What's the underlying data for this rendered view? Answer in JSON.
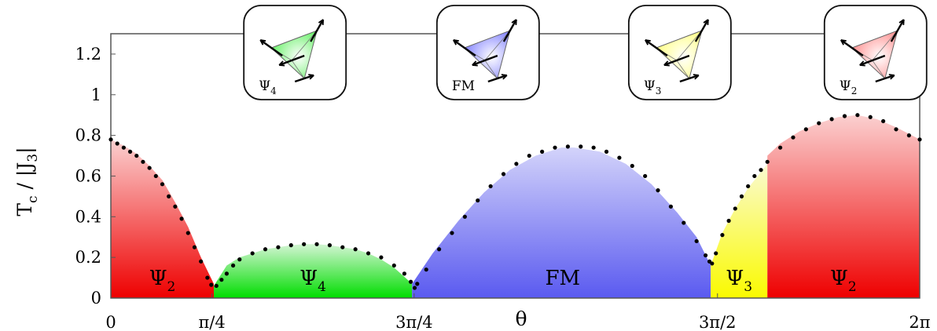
{
  "chart_data": {
    "type": "area",
    "xlabel": "θ",
    "ylabel": "T",
    "ylabel_sub": "c",
    "ylabel_tail": " / |J",
    "ylabel_sub2": "3",
    "ylabel_end": "|",
    "xlim": [
      0,
      6.2832
    ],
    "ylim": [
      0,
      1.3
    ],
    "x_ticks": [
      {
        "value": 0,
        "label": "0"
      },
      {
        "value": 0.7854,
        "label": "π/4"
      },
      {
        "value": 2.3562,
        "label": "3π/4"
      },
      {
        "value": 4.7124,
        "label": "3π/2"
      },
      {
        "value": 6.2832,
        "label": "2π"
      }
    ],
    "y_ticks": [
      {
        "value": 0,
        "label": "0"
      },
      {
        "value": 0.2,
        "label": "0.2"
      },
      {
        "value": 0.4,
        "label": "0.4"
      },
      {
        "value": 0.6,
        "label": "0.6"
      },
      {
        "value": 0.8,
        "label": "0.8"
      },
      {
        "value": 1.0,
        "label": "1"
      },
      {
        "value": 1.2,
        "label": "1.2"
      }
    ],
    "regions": [
      {
        "name": "Ψ",
        "sub": "2",
        "color_top": "#fbd0d0",
        "color_bottom": "#ee0000",
        "x0": 0,
        "x1": 0.8,
        "label_x": 0.4,
        "label_y": 0.1,
        "boundary": [
          [
            0,
            0.78
          ],
          [
            0.1,
            0.75
          ],
          [
            0.2,
            0.71
          ],
          [
            0.3,
            0.65
          ],
          [
            0.4,
            0.58
          ],
          [
            0.5,
            0.47
          ],
          [
            0.6,
            0.35
          ],
          [
            0.7,
            0.2
          ],
          [
            0.8,
            0.07
          ]
        ]
      },
      {
        "name": "Ψ",
        "sub": "4",
        "color_top": "#d3f5d3",
        "color_bottom": "#00dd00",
        "x0": 0.8,
        "x1": 2.34,
        "label_x": 1.57,
        "label_y": 0.1,
        "boundary": [
          [
            0.8,
            0.06
          ],
          [
            0.9,
            0.16
          ],
          [
            1.0,
            0.2
          ],
          [
            1.1,
            0.22
          ],
          [
            1.2,
            0.24
          ],
          [
            1.3,
            0.25
          ],
          [
            1.4,
            0.26
          ],
          [
            1.5,
            0.265
          ],
          [
            1.6,
            0.265
          ],
          [
            1.7,
            0.26
          ],
          [
            1.8,
            0.25
          ],
          [
            1.9,
            0.24
          ],
          [
            2.0,
            0.22
          ],
          [
            2.1,
            0.19
          ],
          [
            2.2,
            0.15
          ],
          [
            2.34,
            0.07
          ]
        ]
      },
      {
        "name": "FM",
        "sub": "",
        "color_top": "#d3d3fa",
        "color_bottom": "#5a5af0",
        "x0": 2.34,
        "x1": 4.66,
        "label_x": 3.51,
        "label_y": 0.1,
        "boundary": [
          [
            2.34,
            0.07
          ],
          [
            2.5,
            0.22
          ],
          [
            2.7,
            0.38
          ],
          [
            2.9,
            0.52
          ],
          [
            3.1,
            0.63
          ],
          [
            3.3,
            0.7
          ],
          [
            3.5,
            0.74
          ],
          [
            3.6,
            0.74
          ],
          [
            3.8,
            0.72
          ],
          [
            4.0,
            0.66
          ],
          [
            4.2,
            0.56
          ],
          [
            4.4,
            0.42
          ],
          [
            4.55,
            0.3
          ],
          [
            4.66,
            0.16
          ]
        ]
      },
      {
        "name": "Ψ",
        "sub": "3",
        "color_top": "#fafad2",
        "color_bottom": "#fafa00",
        "x0": 4.66,
        "x1": 5.1,
        "label_x": 4.88,
        "label_y": 0.1,
        "boundary": [
          [
            4.66,
            0.16
          ],
          [
            4.75,
            0.32
          ],
          [
            4.85,
            0.44
          ],
          [
            4.95,
            0.54
          ],
          [
            5.05,
            0.62
          ],
          [
            5.1,
            0.66
          ]
        ]
      },
      {
        "name": "Ψ",
        "sub": "2",
        "color_top": "#fbd0d0",
        "color_bottom": "#ee0000",
        "x0": 5.1,
        "x1": 6.2832,
        "label_x": 5.69,
        "label_y": 0.1,
        "boundary": [
          [
            5.1,
            0.7
          ],
          [
            5.2,
            0.76
          ],
          [
            5.35,
            0.82
          ],
          [
            5.5,
            0.86
          ],
          [
            5.65,
            0.89
          ],
          [
            5.8,
            0.9
          ],
          [
            5.95,
            0.88
          ],
          [
            6.1,
            0.84
          ],
          [
            6.2832,
            0.78
          ]
        ]
      }
    ],
    "series": [
      {
        "type": "scatter",
        "color": "#000000",
        "points": [
          [
            0.0,
            0.78
          ],
          [
            0.05,
            0.76
          ],
          [
            0.1,
            0.74
          ],
          [
            0.15,
            0.72
          ],
          [
            0.2,
            0.7
          ],
          [
            0.25,
            0.67
          ],
          [
            0.3,
            0.64
          ],
          [
            0.35,
            0.6
          ],
          [
            0.4,
            0.56
          ],
          [
            0.45,
            0.5
          ],
          [
            0.5,
            0.45
          ],
          [
            0.55,
            0.39
          ],
          [
            0.6,
            0.32
          ],
          [
            0.65,
            0.25
          ],
          [
            0.7,
            0.18
          ],
          [
            0.75,
            0.1
          ],
          [
            0.78,
            0.065
          ],
          [
            0.82,
            0.06
          ],
          [
            0.86,
            0.09
          ],
          [
            0.9,
            0.12
          ],
          [
            0.95,
            0.16
          ],
          [
            1.0,
            0.19
          ],
          [
            1.1,
            0.22
          ],
          [
            1.2,
            0.24
          ],
          [
            1.3,
            0.25
          ],
          [
            1.4,
            0.26
          ],
          [
            1.5,
            0.265
          ],
          [
            1.6,
            0.265
          ],
          [
            1.7,
            0.26
          ],
          [
            1.8,
            0.25
          ],
          [
            1.9,
            0.24
          ],
          [
            2.0,
            0.22
          ],
          [
            2.1,
            0.2
          ],
          [
            2.2,
            0.16
          ],
          [
            2.28,
            0.12
          ],
          [
            2.33,
            0.08
          ],
          [
            2.36,
            0.05
          ],
          [
            2.38,
            0.07
          ],
          [
            2.45,
            0.14
          ],
          [
            2.55,
            0.24
          ],
          [
            2.65,
            0.32
          ],
          [
            2.75,
            0.4
          ],
          [
            2.85,
            0.48
          ],
          [
            2.95,
            0.55
          ],
          [
            3.05,
            0.61
          ],
          [
            3.15,
            0.66
          ],
          [
            3.25,
            0.7
          ],
          [
            3.35,
            0.72
          ],
          [
            3.45,
            0.74
          ],
          [
            3.55,
            0.745
          ],
          [
            3.65,
            0.745
          ],
          [
            3.75,
            0.74
          ],
          [
            3.85,
            0.72
          ],
          [
            3.95,
            0.69
          ],
          [
            4.05,
            0.65
          ],
          [
            4.15,
            0.6
          ],
          [
            4.25,
            0.53
          ],
          [
            4.35,
            0.45
          ],
          [
            4.45,
            0.37
          ],
          [
            4.55,
            0.28
          ],
          [
            4.62,
            0.21
          ],
          [
            4.65,
            0.18
          ],
          [
            4.67,
            0.17
          ],
          [
            4.7,
            0.22
          ],
          [
            4.75,
            0.31
          ],
          [
            4.8,
            0.38
          ],
          [
            4.85,
            0.44
          ],
          [
            4.9,
            0.5
          ],
          [
            4.95,
            0.55
          ],
          [
            5.0,
            0.6
          ],
          [
            5.05,
            0.63
          ],
          [
            5.1,
            0.67
          ],
          [
            5.2,
            0.74
          ],
          [
            5.3,
            0.79
          ],
          [
            5.4,
            0.83
          ],
          [
            5.5,
            0.86
          ],
          [
            5.6,
            0.88
          ],
          [
            5.7,
            0.895
          ],
          [
            5.8,
            0.9
          ],
          [
            5.9,
            0.89
          ],
          [
            6.0,
            0.87
          ],
          [
            6.1,
            0.83
          ],
          [
            6.2,
            0.8
          ],
          [
            6.2832,
            0.78
          ]
        ]
      }
    ],
    "insets": [
      {
        "label": "Ψ",
        "sub": "4",
        "cx": 1.43,
        "color": "#44ee44"
      },
      {
        "label": "FM",
        "sub": "",
        "cx": 2.93,
        "color": "#6666ff"
      },
      {
        "label": "Ψ",
        "sub": "3",
        "cx": 4.42,
        "color": "#ffff66"
      },
      {
        "label": "Ψ",
        "sub": "2",
        "cx": 5.94,
        "color": "#ff7777"
      }
    ]
  }
}
